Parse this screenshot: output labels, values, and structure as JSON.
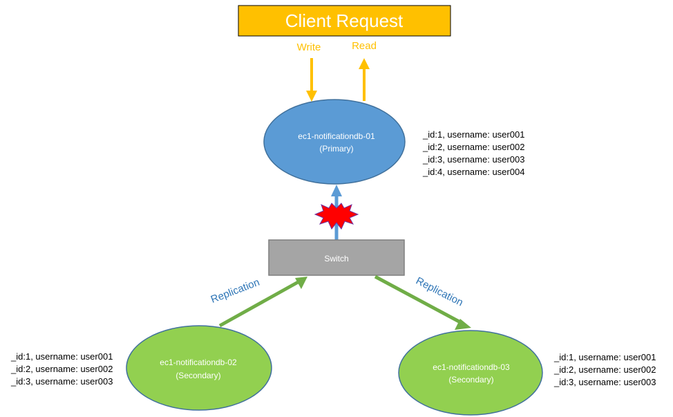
{
  "client_request": {
    "title": "Client Request",
    "write_label": "Write",
    "read_label": "Read"
  },
  "primary": {
    "name": "ec1-notificationdb-01",
    "role": "(Primary)",
    "records": [
      "_id:1, username: user001",
      "_id:2, username: user002",
      "_id:3, username: user003",
      "_id:4, username: user004"
    ]
  },
  "switch": {
    "label": "Switch"
  },
  "secondary_left": {
    "name": "ec1-notificationdb-02",
    "role": "(Secondary)",
    "records": [
      "_id:1, username: user001",
      "_id:2, username: user002",
      "_id:3, username: user003"
    ]
  },
  "secondary_right": {
    "name": "ec1-notificationdb-03",
    "role": "(Secondary)",
    "records": [
      "_id:1, username: user001",
      "_id:2, username: user002",
      "_id:3, username: user003"
    ]
  },
  "replication_left_label": "Replication",
  "replication_right_label": "Replication",
  "colors": {
    "client_fill": "#FFC000",
    "arrow_orange": "#FFC000",
    "primary_fill": "#5B9BD5",
    "node_stroke": "#41719C",
    "secondary_fill": "#92D050",
    "secondary_stroke": "#41719C",
    "switch_fill": "#A5A5A5",
    "switch_stroke": "#7F7F7F",
    "blue_arrow": "#5B9BD5",
    "green_arrow": "#70AD47",
    "replication_text": "#2E75B6",
    "burst_fill": "#FF0000",
    "burst_stroke": "#7030A0"
  }
}
